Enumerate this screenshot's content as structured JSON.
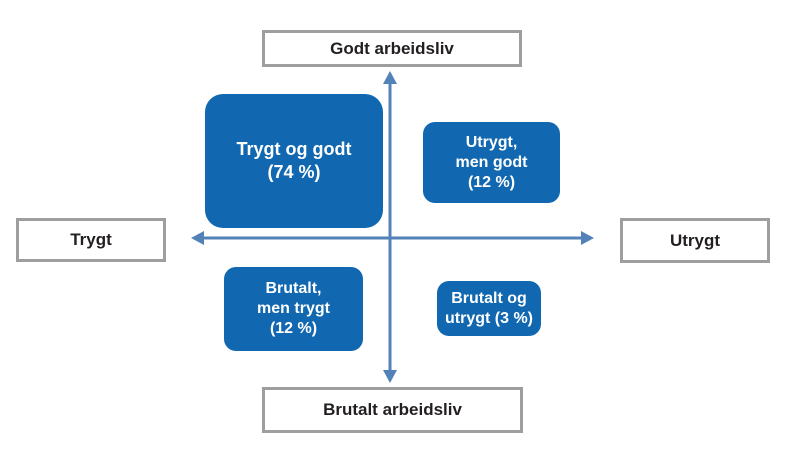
{
  "diagram": {
    "type": "quadrant-matrix",
    "axes": {
      "top": "Godt arbeidsliv",
      "bottom": "Brutalt arbeidsliv",
      "left": "Trygt",
      "right": "Utrygt"
    },
    "quadrants": [
      {
        "id": "trygt-og-godt",
        "position": "top-left",
        "value_pct": 74,
        "lines": [
          "Trygt og godt",
          "(74 %)"
        ]
      },
      {
        "id": "utrygt-men-godt",
        "position": "top-right",
        "value_pct": 12,
        "lines": [
          "Utrygt,",
          "men godt",
          "(12 %)"
        ]
      },
      {
        "id": "brutalt-men-trygt",
        "position": "bottom-left",
        "value_pct": 12,
        "lines": [
          "Brutalt,",
          "men trygt",
          "(12 %)"
        ]
      },
      {
        "id": "brutalt-og-utrygt",
        "position": "bottom-right",
        "value_pct": 3,
        "lines": [
          "Brutalt og",
          "utrygt (3 %)"
        ]
      }
    ],
    "colors": {
      "quadrant_blue": "#1168b0",
      "arrow_blue": "#5282b8",
      "label_border_gray": "#9e9e9e",
      "label_text_dark": "#231f20",
      "quadrant_text": "#ffffff"
    }
  }
}
